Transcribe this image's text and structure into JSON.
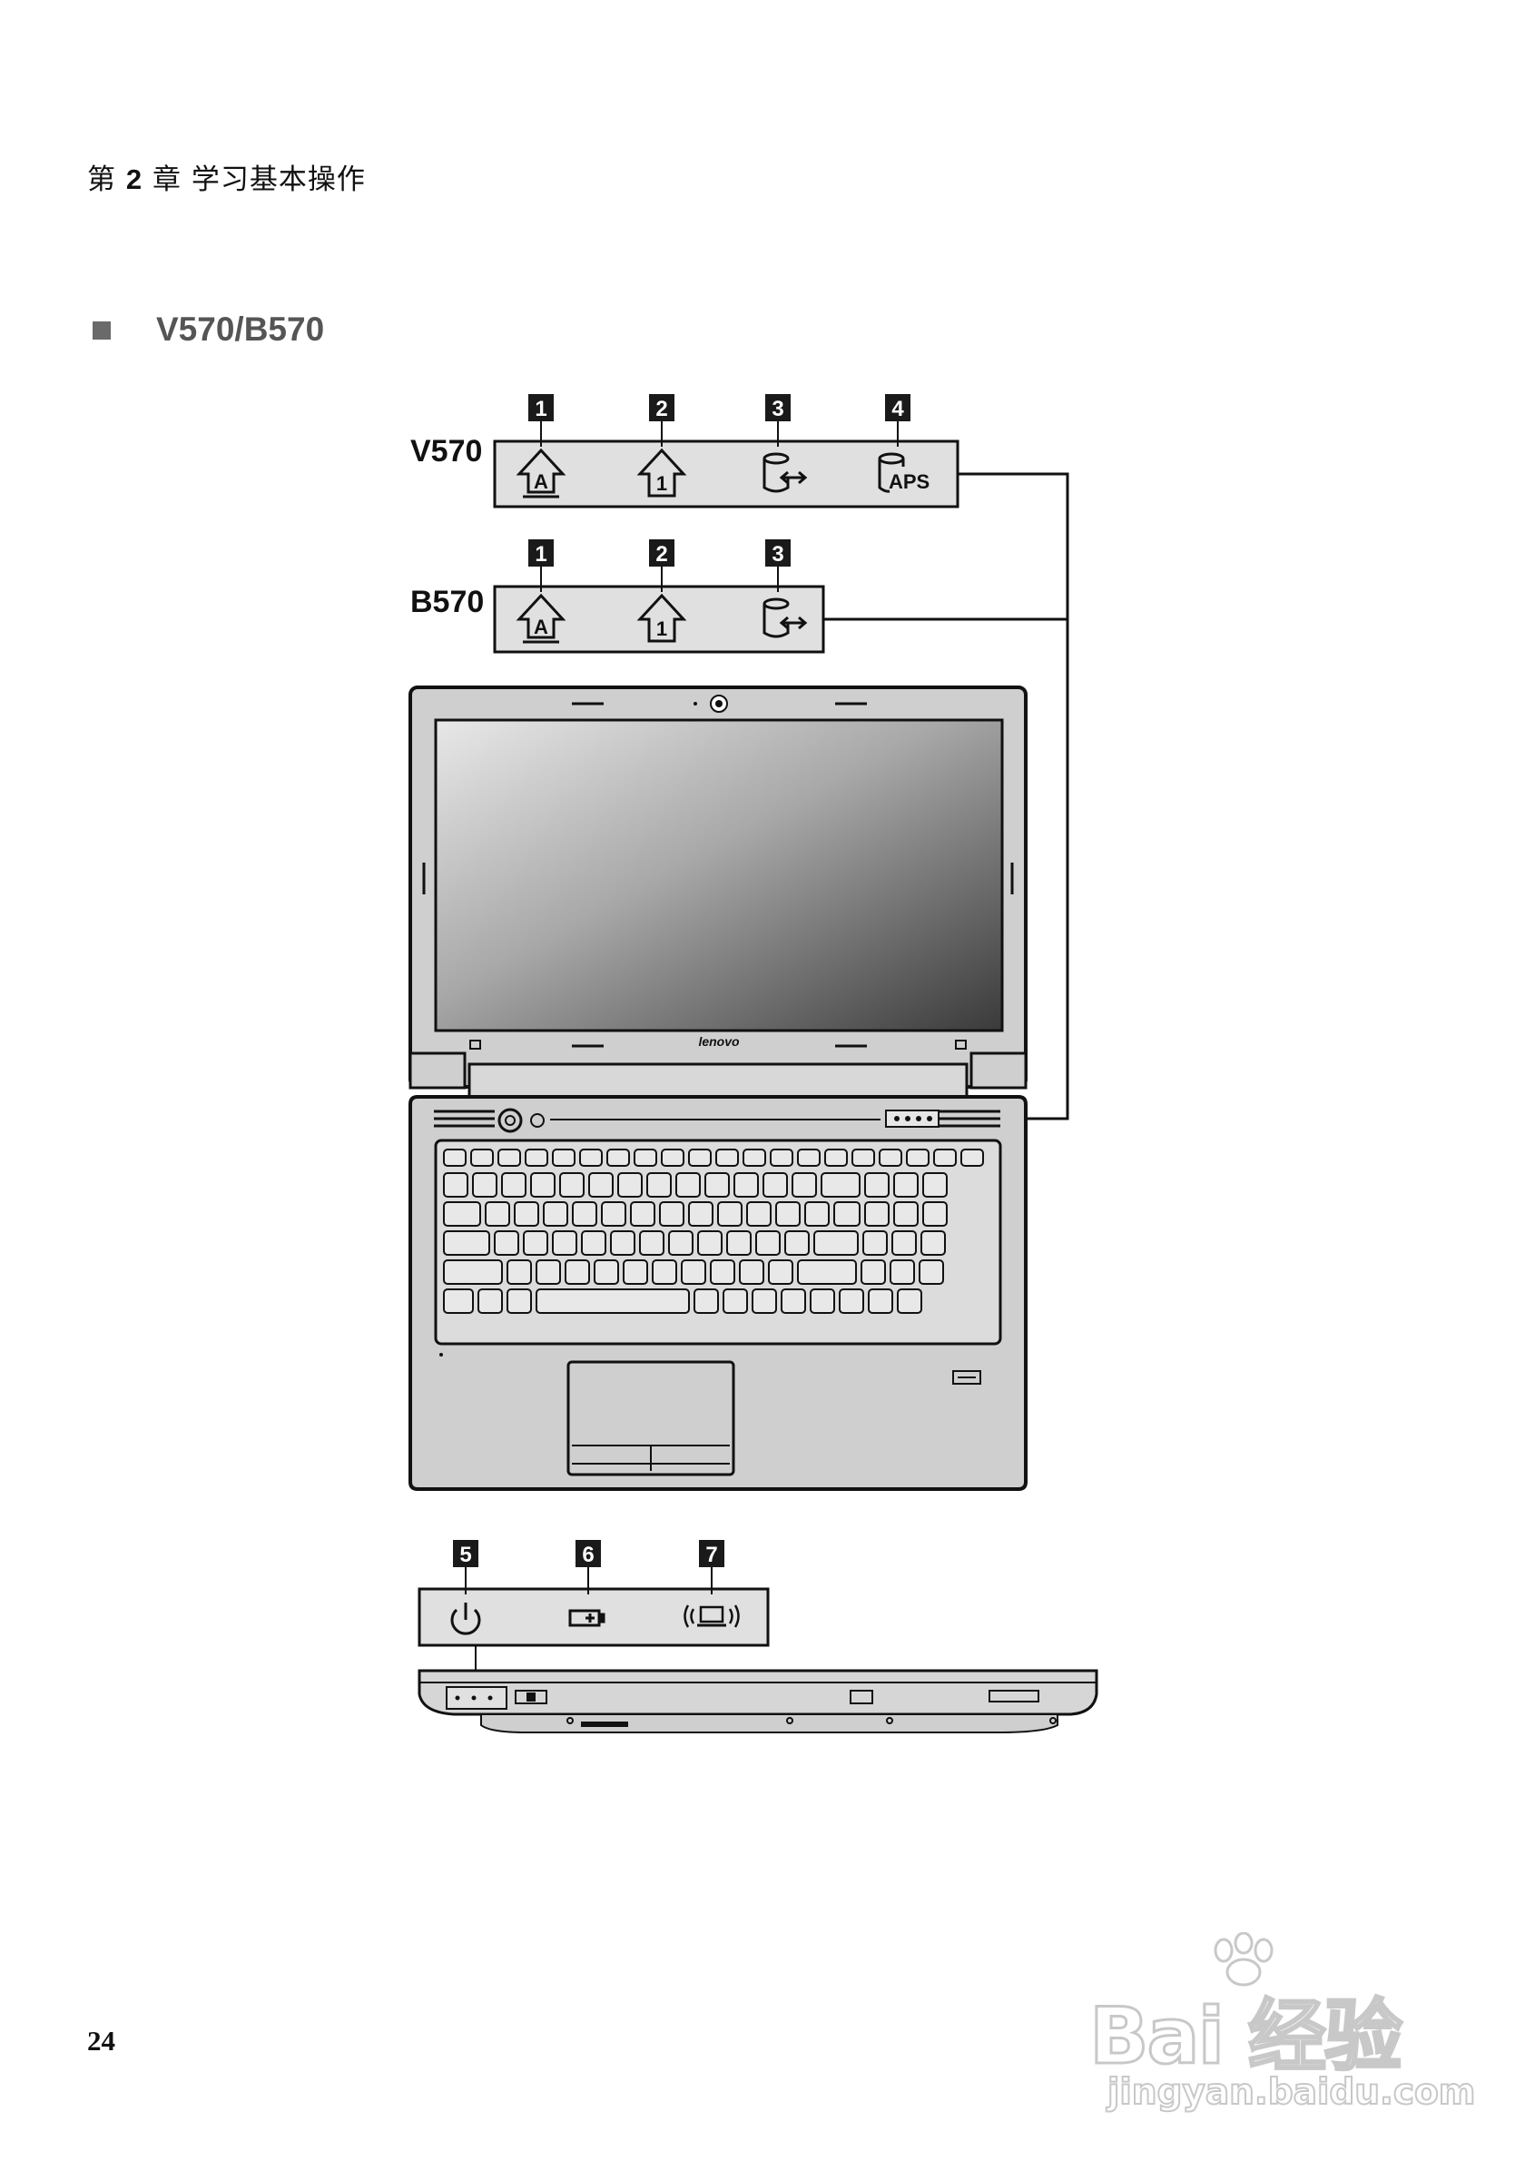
{
  "header": {
    "chapter_prefix": "第",
    "chapter_number": "2",
    "chapter_suffix": "章 学习基本操作"
  },
  "section": {
    "title": "V570/B570"
  },
  "figure": {
    "models": [
      {
        "name": "V570",
        "callouts": [
          "1",
          "2",
          "3",
          "4"
        ],
        "indicators": [
          "caps-lock-icon",
          "num-lock-icon",
          "hard-disk-icon",
          "aps-icon"
        ],
        "aps_text": "APS"
      },
      {
        "name": "B570",
        "callouts": [
          "1",
          "2",
          "3"
        ],
        "indicators": [
          "caps-lock-icon",
          "num-lock-icon",
          "hard-disk-icon"
        ]
      }
    ],
    "laptop_brand": "lenovo",
    "front_callouts": [
      "5",
      "6",
      "7"
    ],
    "front_indicators": [
      "power-icon",
      "battery-icon",
      "wireless-icon"
    ]
  },
  "footer": {
    "page_number": "24"
  },
  "watermark": {
    "main": "Bai 经验",
    "sub": "jingyan.baidu.com"
  }
}
